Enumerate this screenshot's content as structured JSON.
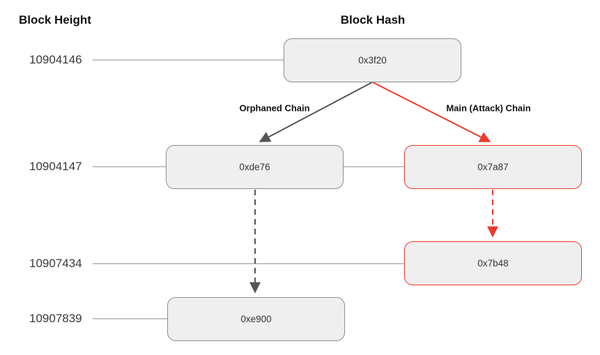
{
  "headers": {
    "left": "Block Height",
    "center": "Block Hash"
  },
  "height_rows": [
    {
      "label": "10904146"
    },
    {
      "label": "10904147"
    },
    {
      "label": "10907434"
    },
    {
      "label": "10907839"
    }
  ],
  "blocks": [
    {
      "hash": "0x3f20",
      "chain": "parent",
      "border": "gray"
    },
    {
      "hash": "0xde76",
      "chain": "orphaned",
      "border": "gray"
    },
    {
      "hash": "0x7a87",
      "chain": "main-attack",
      "border": "red"
    },
    {
      "hash": "0x7b48",
      "chain": "main-attack",
      "border": "red"
    },
    {
      "hash": "0xe900",
      "chain": "orphaned",
      "border": "gray"
    }
  ],
  "edges": {
    "orphaned_label": "Orphaned Chain",
    "main_label": "Main (Attack) Chain",
    "connections": [
      {
        "from": "0x3f20",
        "to": "0xde76",
        "style": "solid",
        "color": "gray"
      },
      {
        "from": "0x3f20",
        "to": "0x7a87",
        "style": "solid",
        "color": "red"
      },
      {
        "from": "0xde76",
        "to": "0xe900",
        "style": "dashed",
        "color": "gray"
      },
      {
        "from": "0x7a87",
        "to": "0x7b48",
        "style": "dashed",
        "color": "red"
      }
    ]
  },
  "colors": {
    "red_accent": "#ee3a2c",
    "gray_arrow": "#555555",
    "box_fill": "#efefef",
    "box_border": "#8c8c8c",
    "connector_line": "#888888",
    "text": "#333333"
  }
}
